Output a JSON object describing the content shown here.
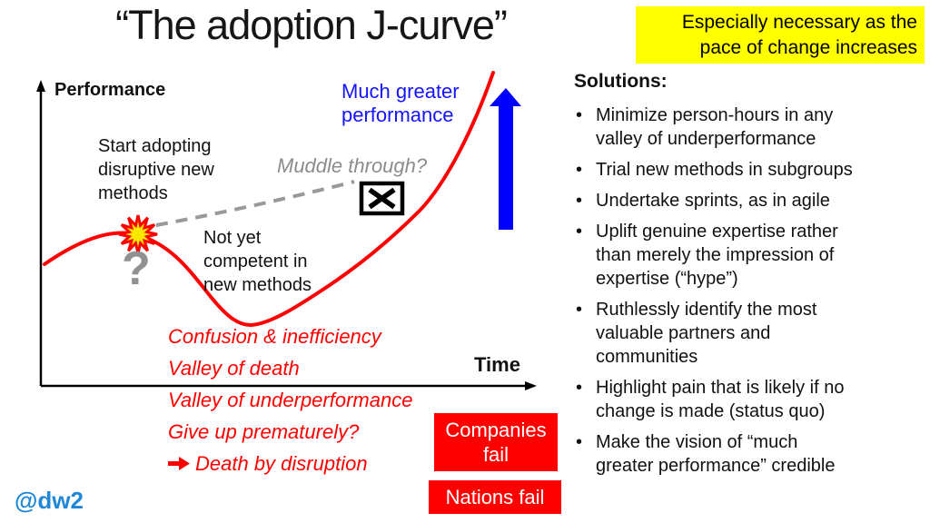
{
  "title": "“The adoption J-curve”",
  "note_box": {
    "text": "Especially necessary as the\npace of change increases"
  },
  "chart": {
    "y_axis_label": "Performance",
    "x_axis_label": "Time",
    "annotations": {
      "start_adopting": "Start adopting\ndisruptive new\nmethods",
      "much_greater": "Much greater\nperformance",
      "muddle_through": "Muddle through?",
      "not_yet": "Not yet\ncompetent in\nnew methods",
      "question_mark": "?"
    },
    "captions": [
      "Confusion & inefficiency",
      "Valley of death",
      "Valley of underperformance",
      "Give up prematurely?"
    ],
    "death_caption": "Death by disruption"
  },
  "fail_boxes": {
    "companies": "Companies\nfail",
    "nations": "Nations fail"
  },
  "solutions": {
    "heading": "Solutions:",
    "items": [
      "Minimize person-hours in any\nvalley of underperformance",
      "Trial new methods in subgroups",
      "Undertake sprints, as in agile",
      "Uplift genuine expertise rather\nthan merely the impression of\nexpertise (“hype”)",
      "Ruthlessly identify the most\nvaluable partners and\ncommunities",
      "Highlight pain that is likely if no\nchange is made (status quo)",
      "Make the vision of “much\ngreater performance” credible"
    ]
  },
  "handle": "@dw2",
  "colors": {
    "curve_red": "#FF0000",
    "arrow_blue": "#0000FF",
    "text_blue": "#1414FF",
    "note_yellow": "#FFFF00",
    "muddle_gray": "#8C8C8C",
    "handle_blue": "#1E87D8",
    "fail_box_red": "#FF0000"
  }
}
